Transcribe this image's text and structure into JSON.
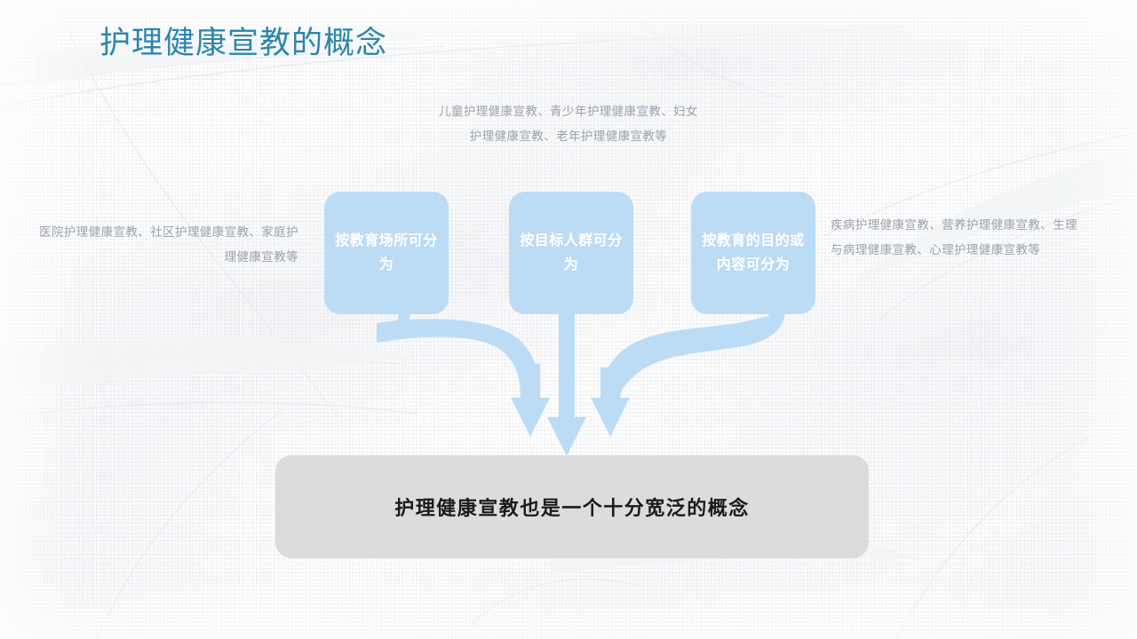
{
  "slide": {
    "title": "护理健康宣教的概念",
    "title_color": "#2b86ad",
    "background_color": "#fbfbfc",
    "accent_color": "#bcdcf6",
    "summary_bar_color": "#dcdcdc",
    "note_color": "#9aa3ad"
  },
  "notes": {
    "top": "儿童护理健康宣教、青少年护理健康宣教、妇女护理健康宣教、老年护理健康宣教等",
    "left": "医院护理健康宣教、社区护理健康宣教、家庭护理健康宣教等",
    "right": "疾病护理健康宣教、营养护理健康宣教、生理与病理健康宣教、心理护理健康宣教等"
  },
  "bubbles": [
    {
      "label": "按教育场所可分为"
    },
    {
      "label": "按目标人群可分为"
    },
    {
      "label": "按教育的目的或内容可分为"
    }
  ],
  "summary": {
    "text": "护理健康宣教也是一个十分宽泛的概念"
  }
}
